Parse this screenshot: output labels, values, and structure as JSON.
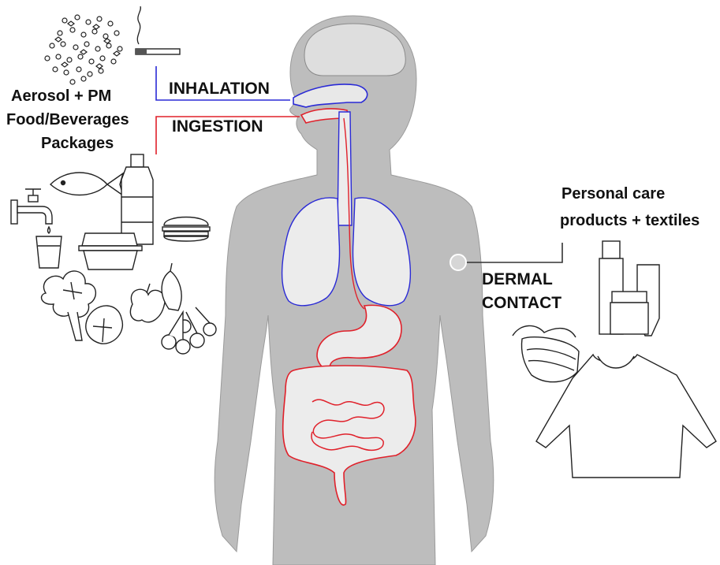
{
  "routes": {
    "inhalation": "INHALATION",
    "ingestion": "INGESTION",
    "dermal_line1": "DERMAL",
    "dermal_line2": "CONTACT"
  },
  "sources": {
    "aerosol": "Aerosol + PM",
    "food": "Food/Beverages",
    "packages": "Packages",
    "personal_line1": "Personal care",
    "personal_line2": "products + textiles"
  },
  "colors": {
    "body": "#bdbdbd",
    "airway": "#2a2ad6",
    "digestive": "#e0202a",
    "ink": "#111111"
  },
  "icons": [
    "particles-icon",
    "cigarette-icon",
    "fish-icon",
    "bottle-icon",
    "faucet-icon",
    "glass-icon",
    "food-container-icon",
    "burger-icon",
    "vegetables-icon",
    "fruit-icon",
    "cosmetics-icon",
    "face-mask-icon",
    "shirt-icon"
  ]
}
